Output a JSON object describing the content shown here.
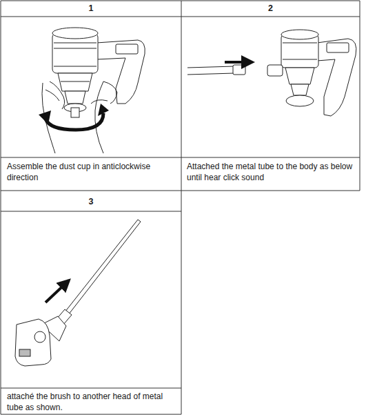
{
  "diagram": {
    "labels": [
      "1",
      "2",
      "Assemble the dust cup in anticlockwise direction",
      "Attached the metal tube to the body as below until hear click sound",
      "3",
      "attaché the brush to another head of metal tube as shown."
    ]
  }
}
